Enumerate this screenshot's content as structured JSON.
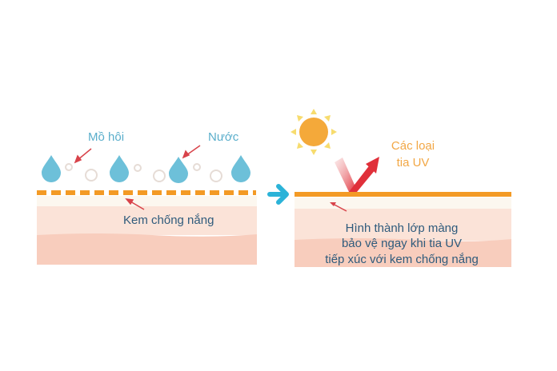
{
  "left_panel": {
    "sweat_label": "Mồ hôi",
    "water_label": "Nước",
    "sunscreen_label": "Kem chống nắng"
  },
  "right_panel": {
    "uv_label_line1": "Các loại",
    "uv_label_line2": "tia UV",
    "caption_lines": [
      "Hình thành lớp màng",
      "bảo vệ ngay khi tia UV",
      "tiếp xúc với kem chống nắng"
    ]
  },
  "colors": {
    "sunscreen": "#f39a25",
    "skin_light": "#fbe3d8",
    "skin_dark": "#f8cdbd",
    "cream": "#fcf7ef",
    "water": "#6dc0d9",
    "arrow_red": "#e0303a",
    "flow_arrow": "#2bb3d8",
    "sun": "#f4a93a",
    "sun_rays": "#f7dc6e"
  }
}
